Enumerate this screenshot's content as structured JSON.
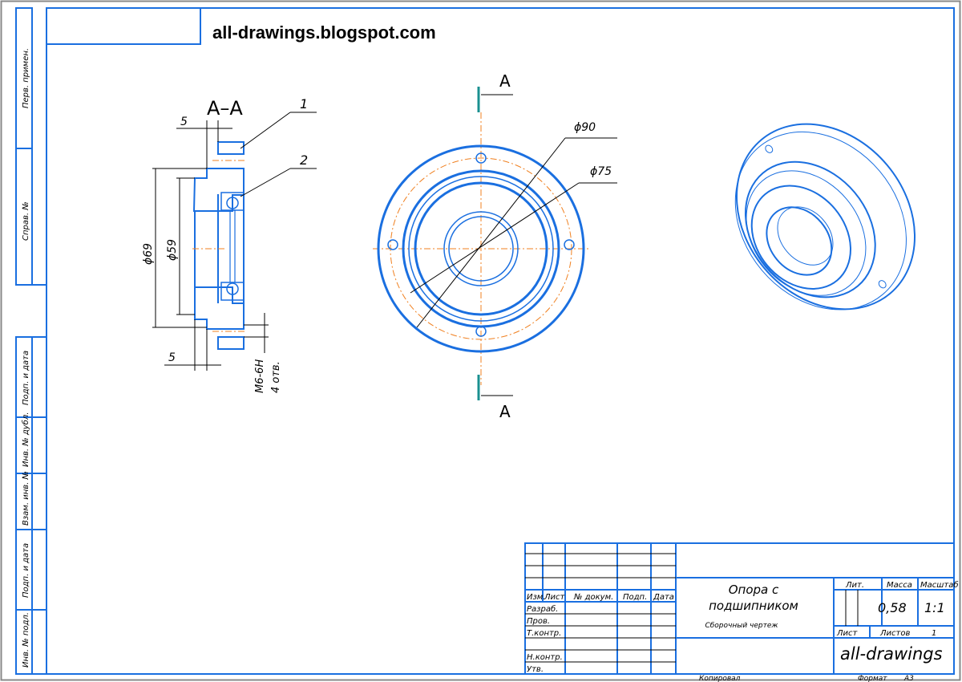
{
  "header": {
    "site": "all-drawings.blogspot.com"
  },
  "section": {
    "label": "A–A",
    "cut_label_top": "A",
    "cut_label_bottom": "A",
    "leader1": "1",
    "leader2": "2",
    "dim_top": "5",
    "dim_bottom": "5",
    "dia_outer": "ϕ69",
    "dia_inner": "ϕ59",
    "thread": "M6-6H",
    "holes": "4 отв."
  },
  "front_view": {
    "dia1": "ϕ90",
    "dia2": "ϕ75"
  },
  "left_strip": [
    "Перв. примен.",
    "Справ. №",
    "Подп. и дата",
    "Инв. № дубл.",
    "Взам. инв. №",
    "Подп. и дата",
    "Инв. № подл."
  ],
  "title_block": {
    "headers": [
      "Изм.",
      "Лист",
      "№ докум.",
      "Подп.",
      "Дата"
    ],
    "rows": [
      "Разраб.",
      "Пров.",
      "Т.контр.",
      "Н.контр.",
      "Утв."
    ],
    "title_line1": "Опора с",
    "title_line2": "подшипником",
    "doc_type": "Сборочный чертеж",
    "lit": "Лит.",
    "mass_label": "Масса",
    "scale_label": "Масштаб",
    "mass": "0,58",
    "scale": "1:1",
    "sheet": "Лист",
    "sheets": "Листов",
    "sheets_count": "1",
    "org": "all-drawings",
    "copied": "Копировал",
    "format": "Формат",
    "format_value": "A3"
  }
}
